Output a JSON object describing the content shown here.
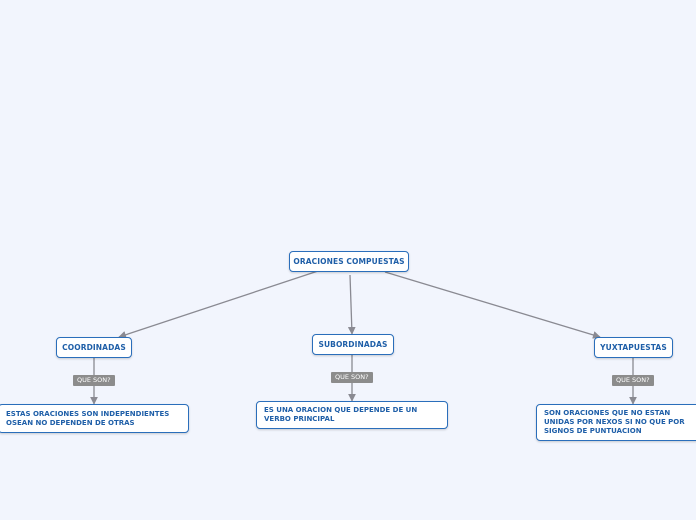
{
  "map": {
    "root": {
      "label": "ORACIONES COMPUESTAS"
    },
    "branches": [
      {
        "label": "COORDINADAS",
        "connector": "QUE SON?",
        "detail": "ESTAS ORACIONES SON INDEPENDIENTES OSEAN NO DEPENDEN DE OTRAS"
      },
      {
        "label": "SUBORDINADAS",
        "connector": "QUE SON?",
        "detail": "ES UNA ORACION QUE DEPENDE DE UN VERBO PRINCIPAL"
      },
      {
        "label": "YUXTAPUESTAS",
        "connector": "QUE SON?",
        "detail": "SON ORACIONES QUE NO ESTAN UNIDAS POR NEXOS SI NO QUE POR SIGNOS DE PUNTUACION"
      }
    ]
  },
  "colors": {
    "background": "#f2f5fd",
    "node_border": "#2a6ebb",
    "node_text": "#1f5fa8",
    "connector_line": "#8a8a92",
    "tag_background": "#8c8c8c"
  }
}
